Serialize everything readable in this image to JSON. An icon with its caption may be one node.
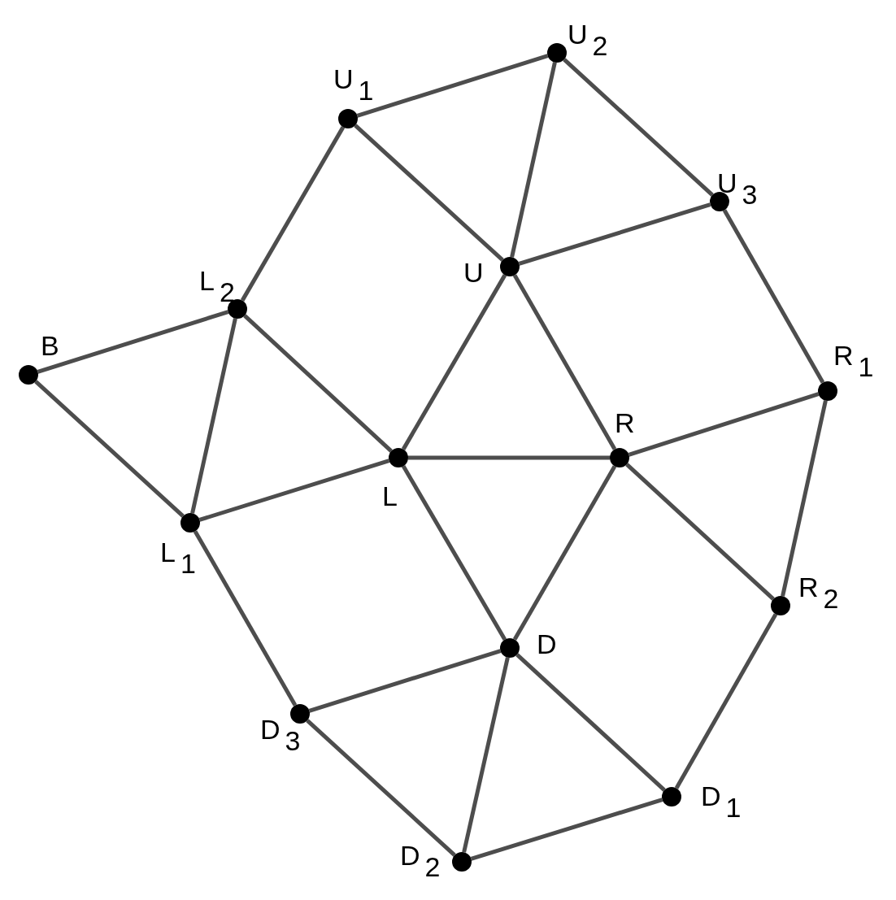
{
  "diagram": {
    "nodes": [
      {
        "text": [],
        "shape": "circle",
        "beside": [
          "U$_{2}$"
        ]
      },
      {
        "text": [],
        "shape": "circle",
        "beside": [
          "U$_{1}$"
        ]
      },
      {
        "text": [],
        "shape": "circle",
        "beside": [
          "U$_{3}$"
        ]
      },
      {
        "text": [],
        "shape": "circle",
        "beside": [
          "U"
        ]
      },
      {
        "text": [],
        "shape": "circle",
        "beside": [
          "L$_{2}$"
        ]
      },
      {
        "text": [],
        "shape": "circle",
        "beside": [
          "B"
        ]
      },
      {
        "text": [],
        "shape": "circle",
        "beside": [
          "R$_{1}$"
        ]
      },
      {
        "text": [],
        "shape": "circle",
        "beside": [
          "L"
        ]
      },
      {
        "text": [],
        "shape": "circle",
        "beside": [
          "R"
        ]
      },
      {
        "text": [],
        "shape": "circle",
        "beside": [
          "L$_{1}$"
        ]
      },
      {
        "text": [],
        "shape": "circle",
        "beside": [
          "R$_{2}$"
        ]
      },
      {
        "text": [],
        "shape": "circle",
        "beside": [
          "D"
        ]
      },
      {
        "text": [],
        "shape": "circle",
        "beside": [
          "D$_{3}$"
        ]
      },
      {
        "text": [],
        "shape": "circle",
        "beside": [
          "D$_{1}$"
        ]
      },
      {
        "text": [],
        "shape": "circle",
        "beside": [
          "D$_{2}$"
        ]
      }
    ],
    "edges": [
      {
        "from": 1,
        "to": 0,
        "arrow": "none"
      },
      {
        "from": 0,
        "to": 2,
        "arrow": "none"
      },
      {
        "from": 0,
        "to": 3,
        "arrow": "none"
      },
      {
        "from": 1,
        "to": 3,
        "arrow": "none"
      },
      {
        "from": 3,
        "to": 2,
        "arrow": "none"
      },
      {
        "from": 1,
        "to": 4,
        "arrow": "none"
      },
      {
        "from": 2,
        "to": 6,
        "arrow": "none"
      },
      {
        "from": 4,
        "to": 5,
        "arrow": "none"
      },
      {
        "from": 5,
        "to": 9,
        "arrow": "none"
      },
      {
        "from": 4,
        "to": 9,
        "arrow": "none"
      },
      {
        "from": 4,
        "to": 7,
        "arrow": "none"
      },
      {
        "from": 3,
        "to": 7,
        "arrow": "none"
      },
      {
        "from": 3,
        "to": 8,
        "arrow": "none"
      },
      {
        "from": 7,
        "to": 8,
        "arrow": "none"
      },
      {
        "from": 8,
        "to": 6,
        "arrow": "none"
      },
      {
        "from": 9,
        "to": 7,
        "arrow": "none"
      },
      {
        "from": 6,
        "to": 10,
        "arrow": "none"
      },
      {
        "from": 8,
        "to": 10,
        "arrow": "none"
      },
      {
        "from": 7,
        "to": 11,
        "arrow": "none"
      },
      {
        "from": 8,
        "to": 11,
        "arrow": "none"
      },
      {
        "from": 9,
        "to": 12,
        "arrow": "none"
      },
      {
        "from": 12,
        "to": 11,
        "arrow": "none"
      },
      {
        "from": 11,
        "to": 13,
        "arrow": "none"
      },
      {
        "from": 11,
        "to": 14,
        "arrow": "none"
      },
      {
        "from": 12,
        "to": 14,
        "arrow": "none"
      },
      {
        "from": 14,
        "to": 13,
        "arrow": "none"
      },
      {
        "from": 10,
        "to": 13,
        "arrow": "none"
      }
    ]
  }
}
